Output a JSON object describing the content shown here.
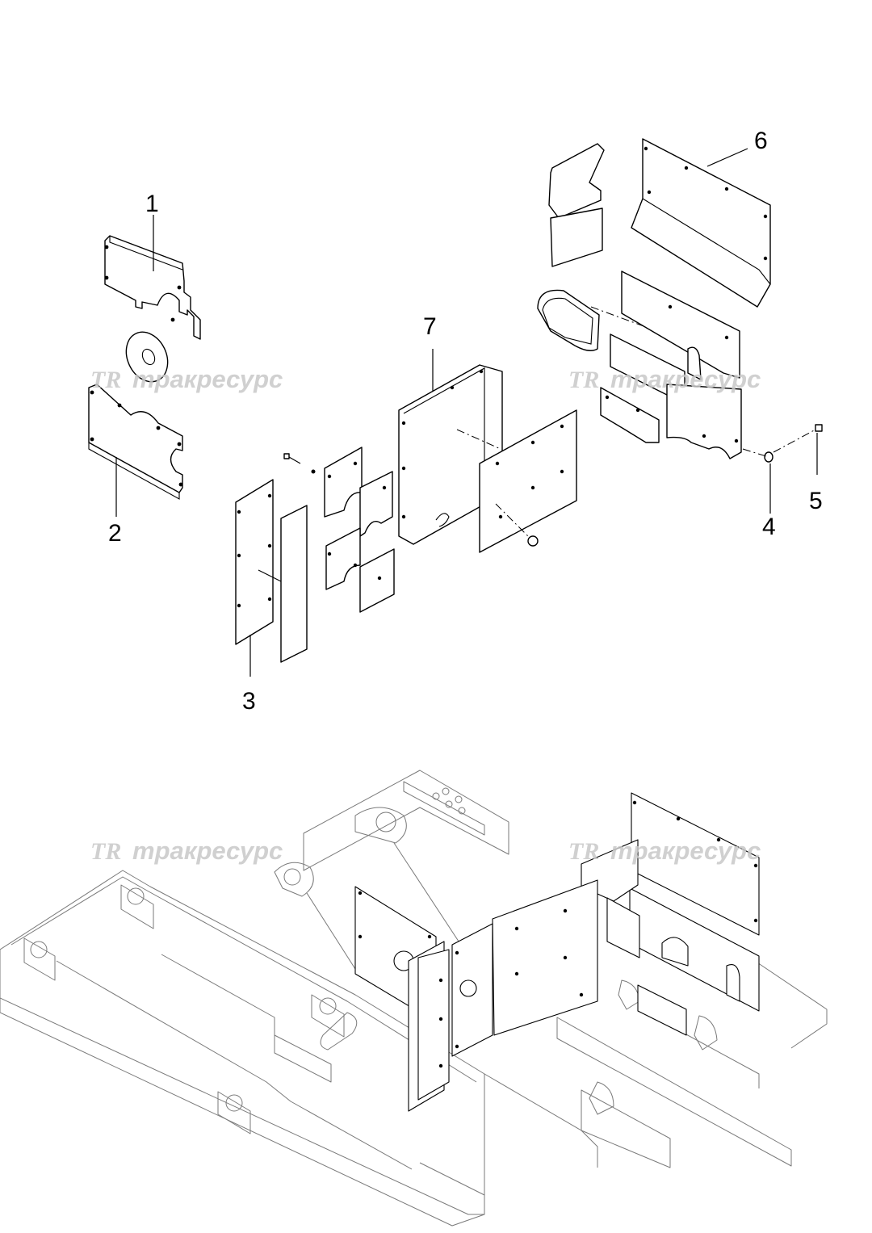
{
  "callouts": {
    "c1": "1",
    "c2": "2",
    "c3": "3",
    "c4": "4",
    "c5": "5",
    "c6": "6",
    "c7": "7"
  },
  "watermark": {
    "logo": "TR",
    "text": "тракресурс"
  }
}
